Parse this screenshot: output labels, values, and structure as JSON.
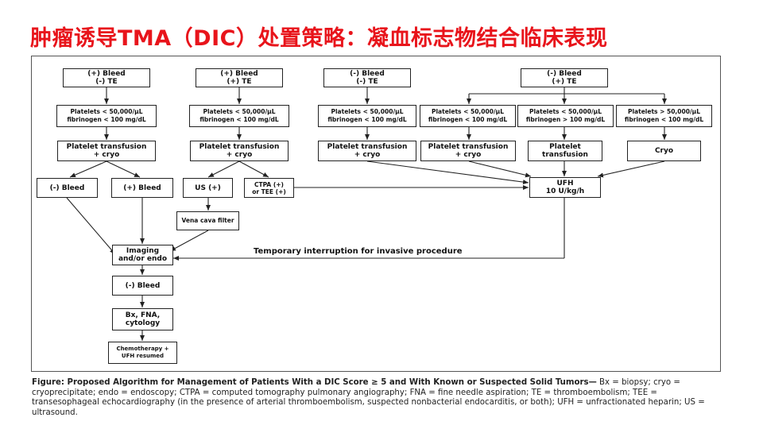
{
  "slide": {
    "title": "肿瘤诱导TMA（DIC）处置策略：凝血标志物结合临床表现"
  },
  "flowchart": {
    "col1": {
      "start": "(+) Bleed\n(-) TE",
      "labs": "Platelets < 50,000/µL\nfibrinogen < 100 mg/dL",
      "treat": "Platelet transfusion\n+ cryo",
      "minus_bleed": "(-) Bleed",
      "plus_bleed": "(+) Bleed"
    },
    "col2": {
      "start": "(+) Bleed\n(+) TE",
      "labs": "Platelets < 50,000/µL\nfibrinogen < 100 mg/dL",
      "treat": "Platelet transfusion\n+ cryo",
      "us": "US (+)",
      "ctpa": "CTPA (+)\nor TEE (+)",
      "filter": "Vena cava filter"
    },
    "col3": {
      "start": "(-) Bleed\n(-) TE",
      "labs": "Platelets < 50,000/µL\nfibrinogen < 100 mg/dL",
      "treat": "Platelet transfusion\n+ cryo"
    },
    "col4": {
      "start": "(-) Bleed\n(+) TE",
      "labs_a": "Platelets < 50,000/µL\nfibrinogen < 100 mg/dL",
      "labs_b": "Platelets < 50,000/µL\nfibrinogen > 100 mg/dL",
      "labs_c": "Platelets > 50,000/µL\nfibrinogen < 100 mg/dL",
      "treat_a": "Platelet transfusion\n+ cryo",
      "treat_b": "Platelet\ntransfusion",
      "treat_c": "Cryo",
      "ufh": "UFH\n10 U/kg/h"
    },
    "bottom": {
      "imaging": "Imaging\nand/or endo",
      "minus_bleed": "(-) Bleed",
      "bx": "Bx, FNA,\ncytology",
      "chemo": "Chemotherapy +\nUFH resumed"
    },
    "interruption_note": "Temporary interruption for invasive procedure"
  },
  "caption": {
    "title": "Figure: Proposed Algorithm for Management of Patients With a DIC Score ≥ 5 and With Known or Suspected Solid Tumors—",
    "body": "Bx = biopsy; cryo = cryoprecipitate; endo = endoscopy; CTPA = computed tomography pulmonary angiography; FNA = fine needle aspiration; TE = thromboembolism; TEE = transesophageal echocardiography (in the presence of arterial thromboembolism, suspected nonbacterial endocarditis, or both); UFH = unfractionated heparin; US = ultrasound."
  }
}
